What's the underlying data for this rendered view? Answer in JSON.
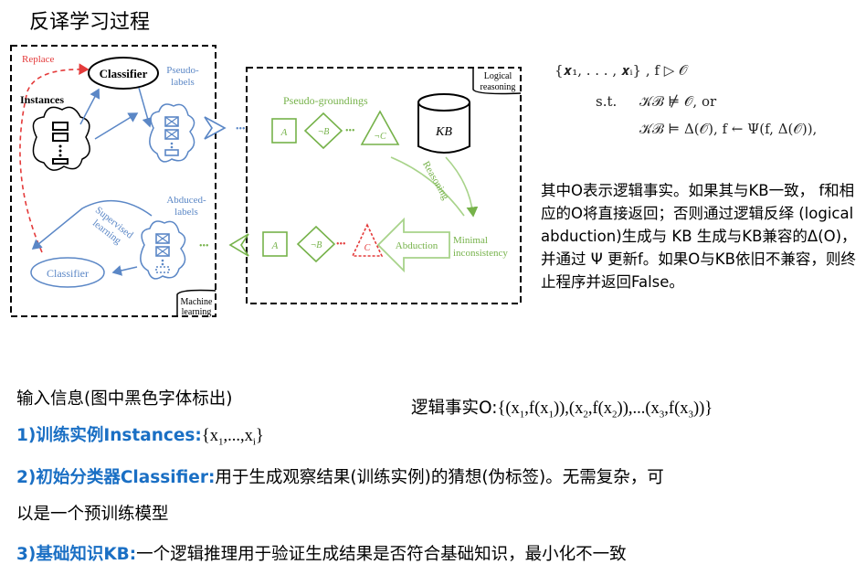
{
  "title": "反译学习过程",
  "diagram": {
    "replace": "Replace",
    "classifier_top": "Classifier",
    "instances": "Instances",
    "pseudo_labels": [
      "Pseudo-",
      "labels"
    ],
    "supervised": [
      "Supervised",
      "learning"
    ],
    "abduced_labels": [
      "Abduced-",
      "labels"
    ],
    "classifier_bottom": "Classifier",
    "machine_learning": [
      "Machine",
      "learning"
    ],
    "logical_reasoning": [
      "Logical",
      "reasoning"
    ],
    "pseudo_groundings": "Pseudo-groundings",
    "kb": "KB",
    "reasoning": "Reasoning",
    "minimal": [
      "Minimal",
      "inconsistency"
    ],
    "abduction": "Abduction",
    "sym_a": "A",
    "sym_not_b": "¬B",
    "sym_not_c": "¬C",
    "sym_c": "C",
    "ellipsis": "•••"
  },
  "formula": {
    "line1": "{𝒙₁, . . . , 𝒙ᵢ} , f ▷ 𝒪",
    "st": "s.t.",
    "line2": "𝒦ℬ ⊭ 𝒪,  or",
    "line3": "𝒦ℬ ⊨ Δ(𝒪), f ← Ψ(f, Δ(𝒪)),"
  },
  "description": "其中O表示逻辑事实。如果其与KB一致， f和相应的O将直接返回；否则通过逻辑反绎 (logical abduction)生成与 KB 生成与KB兼容的Δ(O)，并通过 Ψ 更新f。如果O与KB依旧不兼容，则终止程序并返回False。",
  "info": {
    "header": "输入信息(图中黑色字体标出)",
    "fact_label": "逻辑事实O:",
    "fact_formula": "{(x1,f(x1)),(x2,f(x2)),...(x3,f(x3))}",
    "item1_label": "1)训练实例Instances:",
    "item1_formula": "{x1,...,xi}",
    "item2_label": "2)初始分类器Classifier:",
    "item2_text": "用于生成观察结果(训练实例)的猜想(伪标签)。无需复杂，可",
    "item2_cont": "以是一个预训练模型",
    "item3_label": "3)基础知识KB:",
    "item3_text": "一个逻辑推理用于验证生成结果是否符合基础知识，最小化不一致"
  }
}
